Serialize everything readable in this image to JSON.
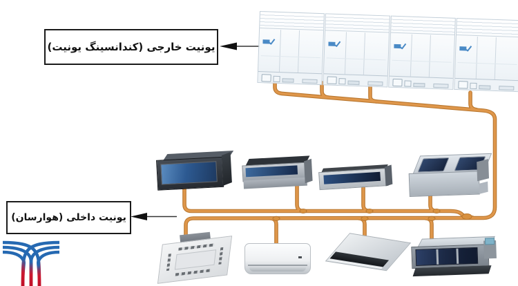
{
  "labels": {
    "outdoor": {
      "text": "یونیت خارجی (کندانسینگ یونیت)"
    },
    "indoor": {
      "text": "یونیت داخلی (هوارسان)"
    }
  },
  "colors": {
    "background": "#ffffff",
    "pipe": "#df974b",
    "pipe_edge": "#b8762e",
    "label_border": "#1a1a1a",
    "arrow": "#111111",
    "logo_blue": "#2569b2",
    "logo_red": "#cc1830",
    "outdoor_unit_logo": "#4a8ac6"
  },
  "diagram": {
    "outdoor_units": {
      "count": 4,
      "type": "vrf-condensing-unit"
    },
    "indoor_units_row1": [
      {
        "type": "ducted-unit-black"
      },
      {
        "type": "ducted-unit-medium"
      },
      {
        "type": "ducted-unit-slim"
      },
      {
        "type": "ducted-unit-large"
      }
    ],
    "indoor_units_row2": [
      {
        "type": "cassette-4way"
      },
      {
        "type": "wall-mounted-split"
      },
      {
        "type": "cassette-1way"
      },
      {
        "type": "ducted-unit-blue-grille"
      }
    ]
  }
}
